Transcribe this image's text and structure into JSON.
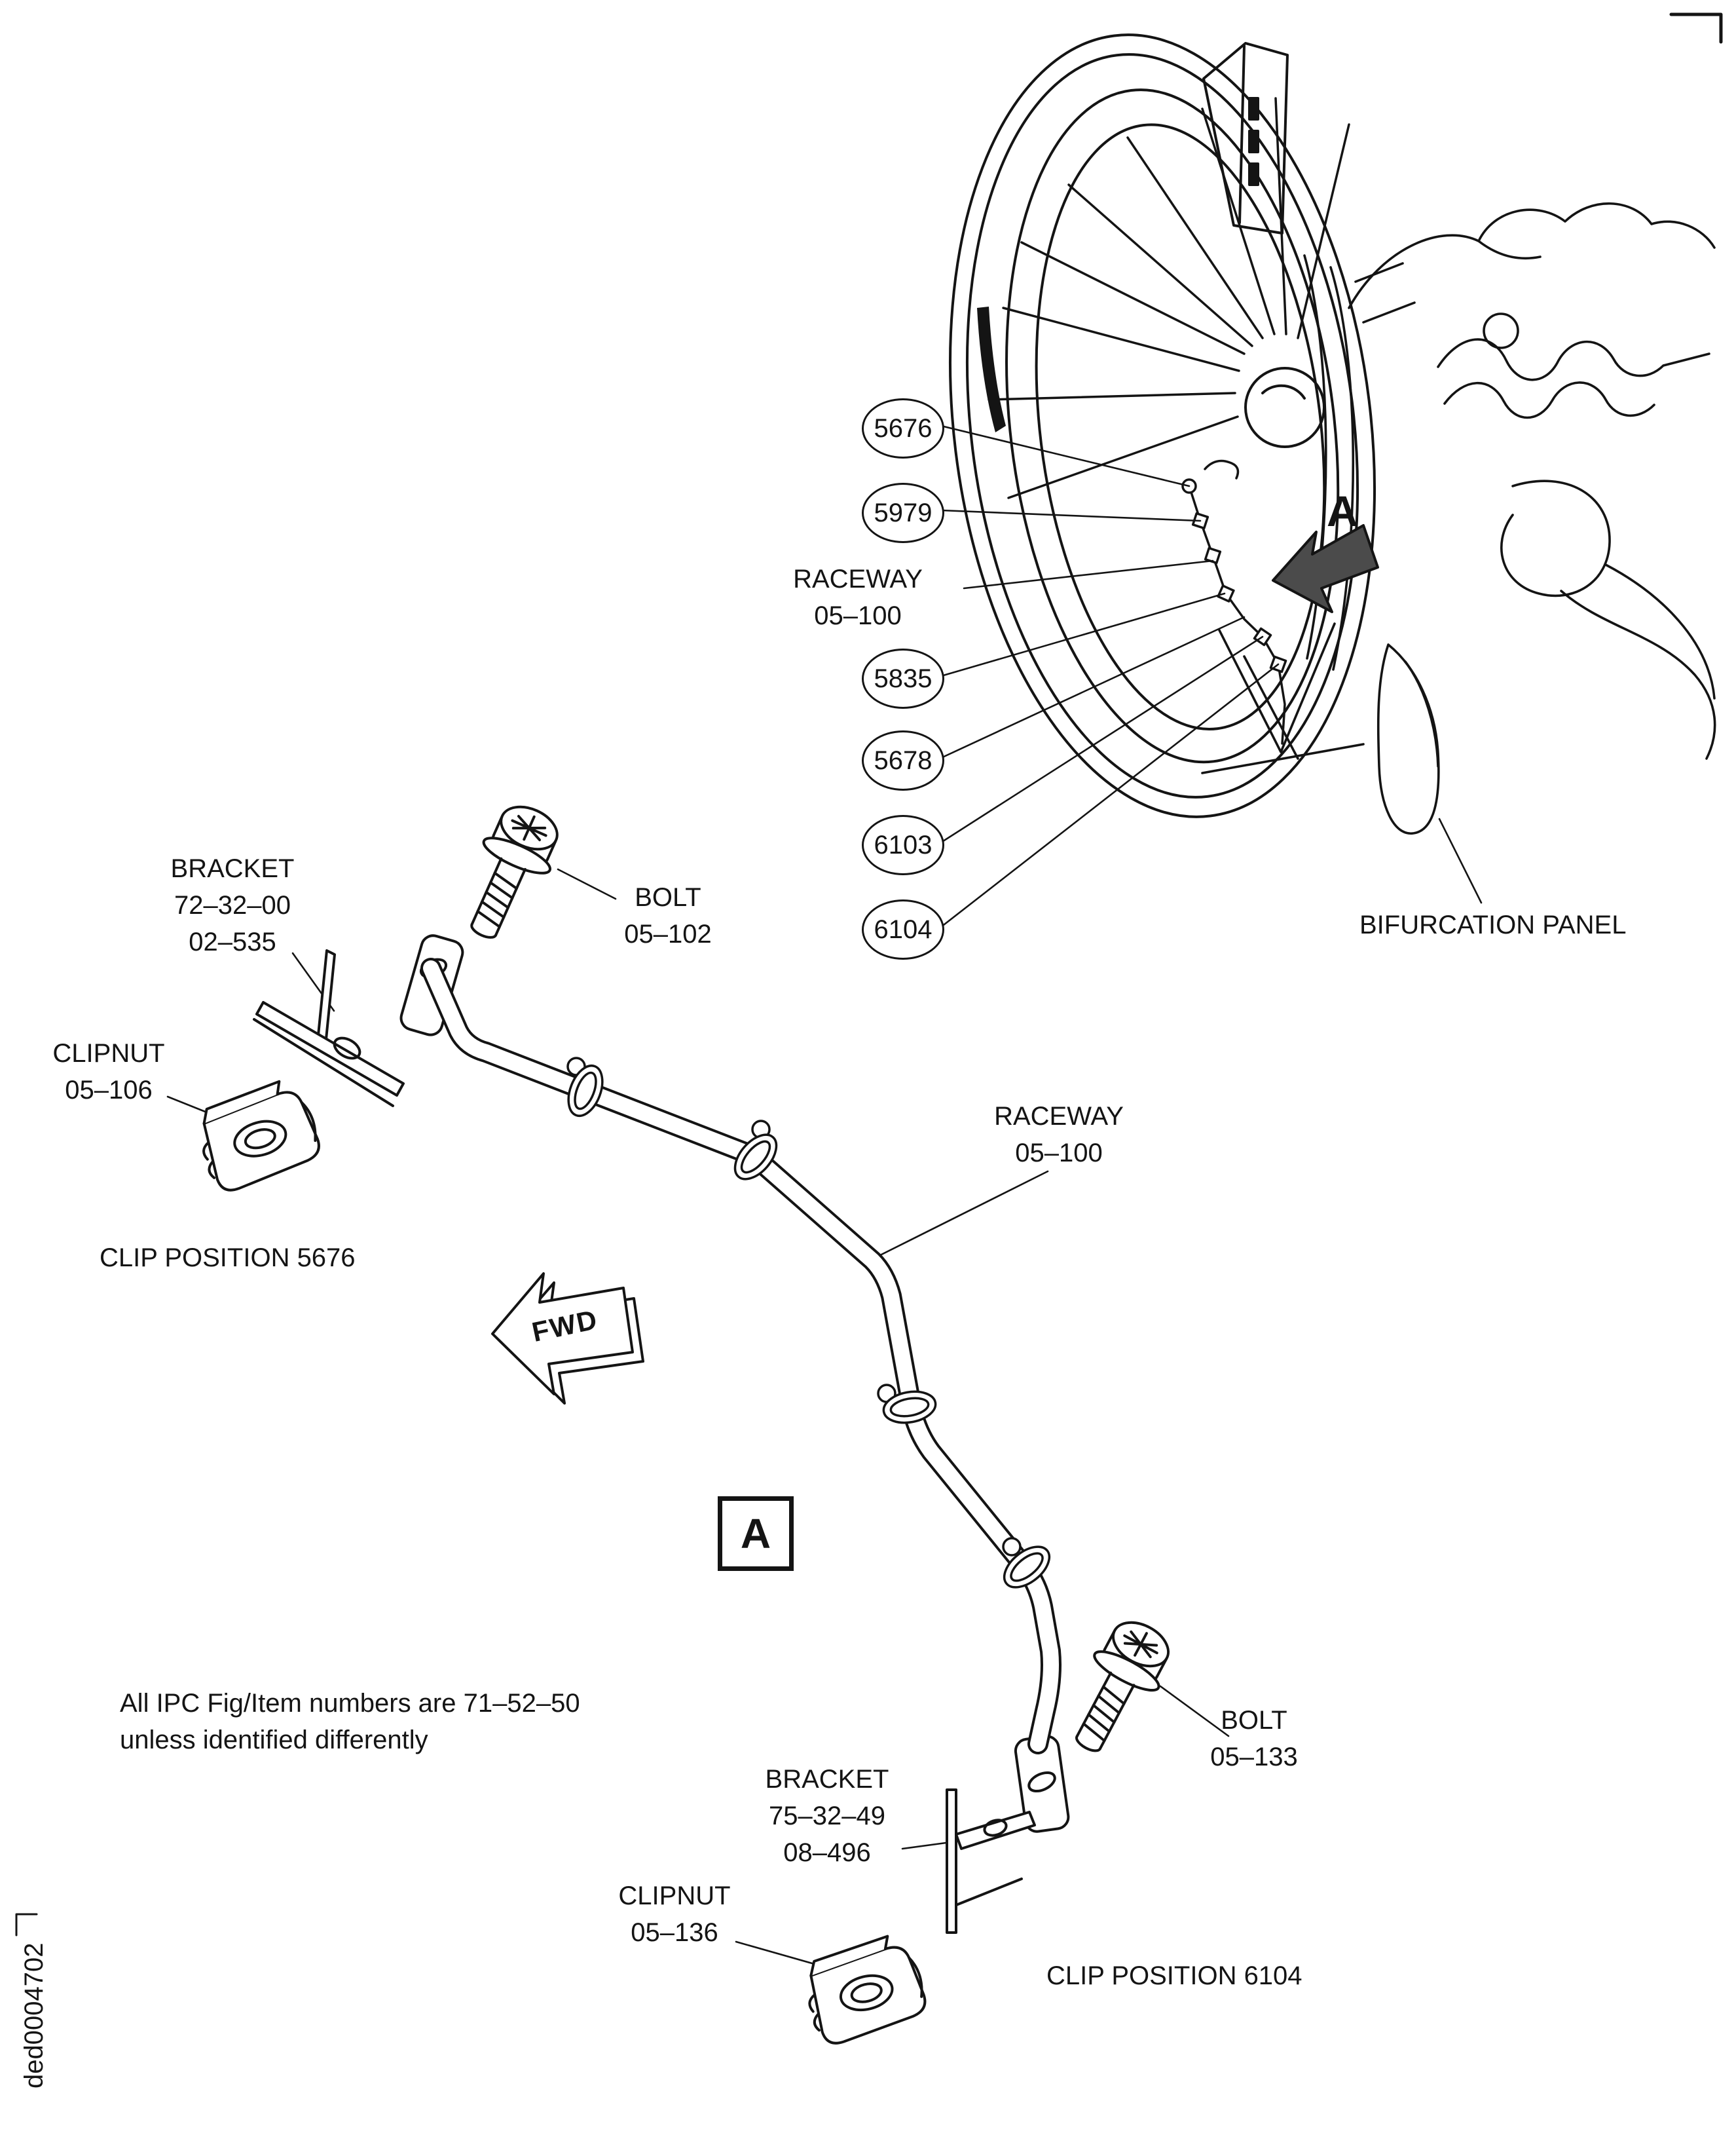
{
  "doc": {
    "drawing_id": "ded0004702"
  },
  "note": {
    "line1": "All IPC Fig/Item numbers are 71–52–50",
    "line2": "unless identified differently"
  },
  "detail_ref": {
    "engine_arrow_label": "A",
    "detail_box_label": "A",
    "fwd_label": "FWD"
  },
  "engine_view": {
    "callout_5676": "5676",
    "callout_5979": "5979",
    "raceway_label": {
      "line1": "RACEWAY",
      "line2": "05–100"
    },
    "callout_5835": "5835",
    "callout_5678": "5678",
    "callout_6103": "6103",
    "callout_6104": "6104",
    "bifurcation_panel_label": "BIFURCATION PANEL"
  },
  "detail_view": {
    "bracket_upper": {
      "line1": "BRACKET",
      "line2": "72–32–00",
      "line3": "02–535"
    },
    "bolt_upper": {
      "line1": "BOLT",
      "line2": "05–102"
    },
    "clipnut_upper": {
      "line1": "CLIPNUT",
      "line2": "05–106"
    },
    "clip_position_upper": "CLIP POSITION 5676",
    "raceway_label": {
      "line1": "RACEWAY",
      "line2": "05–100"
    },
    "bolt_lower": {
      "line1": "BOLT",
      "line2": "05–133"
    },
    "bracket_lower": {
      "line1": "BRACKET",
      "line2": "75–32–49",
      "line3": "08–496"
    },
    "clipnut_lower": {
      "line1": "CLIPNUT",
      "line2": "05–136"
    },
    "clip_position_lower": "CLIP POSITION 6104"
  }
}
